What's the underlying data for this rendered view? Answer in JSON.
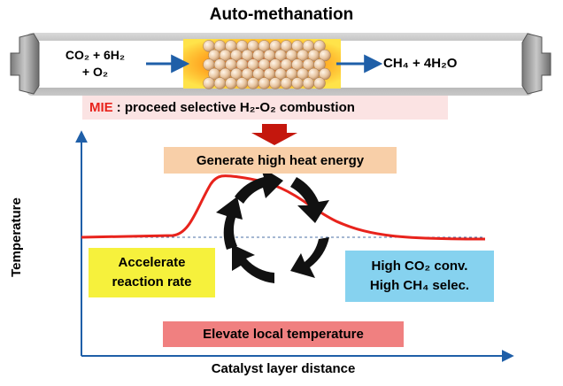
{
  "title": "Auto-methanation",
  "reactor": {
    "inlet_line1": "CO₂ + 6H₂",
    "inlet_line2": "+ O₂",
    "outlet": "CH₄ + 4H₂O"
  },
  "mie": {
    "label": "MIE",
    "text": ": proceed selective H₂-O₂ combustion"
  },
  "cycle": {
    "generate": "Generate high heat energy",
    "accelerate_line1": "Accelerate",
    "accelerate_line2": "reaction rate",
    "high_line1": "High CO₂ conv.",
    "high_line2": "High CH₄ selec.",
    "elevate": "Elevate local temperature"
  },
  "axes": {
    "ylabel": "Temperature",
    "xlabel": "Catalyst layer distance"
  },
  "colors": {
    "curve": "#e8231c",
    "axis": "#1f5fa8",
    "baseline": "#4a6fa5",
    "arrow_big": "#c4170d",
    "cycle_arrows": "#111111"
  }
}
